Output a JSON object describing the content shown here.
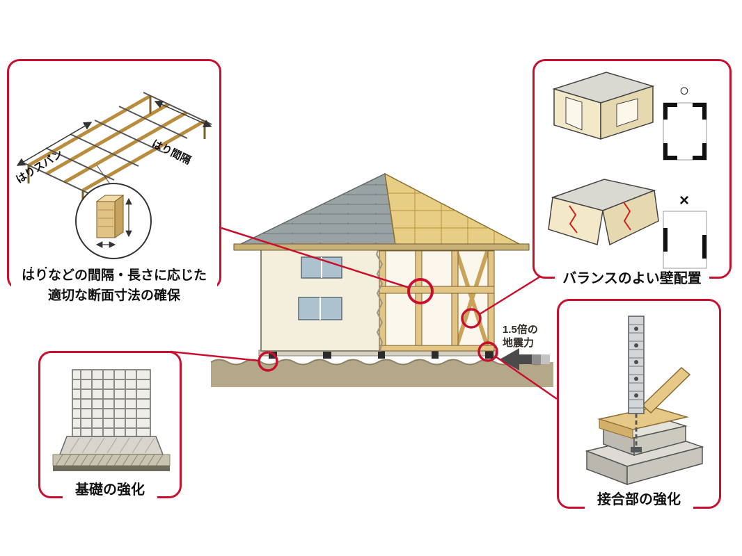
{
  "colors": {
    "accent_red": "#c8102e",
    "wood": "#e6c887",
    "roof_gray": "#9aa3a3",
    "roof_wood": "#e8cd84",
    "wall_cream": "#f4eedd",
    "ground": "#b4a888",
    "concrete": "#d9d7cf"
  },
  "callouts": {
    "beams": {
      "label_span": "はりスパン",
      "label_spacing": "はり間隔",
      "emphasis_dots": "・・",
      "caption_line1": "はりなどの間隔・長さに応じた",
      "caption_line2": "適切な断面寸法の確保"
    },
    "walls": {
      "good_mark": "○",
      "bad_mark": "×",
      "caption": "バランスのよい壁配置"
    },
    "foundation": {
      "caption": "基礎の強化"
    },
    "joints": {
      "caption": "接合部の強化"
    }
  },
  "force": {
    "label_line1": "1.5倍の",
    "label_line2": "地震力"
  }
}
